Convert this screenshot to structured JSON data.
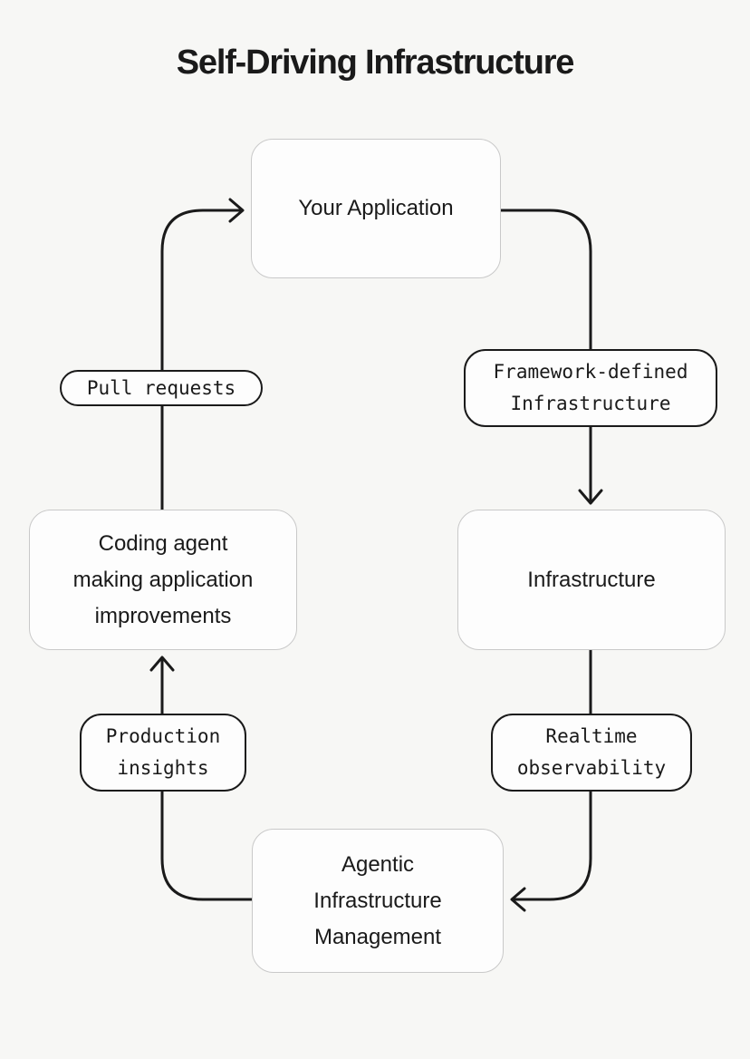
{
  "title": "Self-Driving Infrastructure",
  "nodes": {
    "your_application": {
      "label": "Your Application",
      "lines": [
        "Your Application"
      ]
    },
    "infrastructure": {
      "label": "Infrastructure",
      "lines": [
        "Infrastructure"
      ]
    },
    "coding_agent": {
      "label": "Coding agent making application improvements",
      "lines": [
        "Coding agent",
        "making application",
        "improvements"
      ]
    },
    "agentic_management": {
      "label": "Agentic Infrastructure Management",
      "lines": [
        "Agentic",
        "Infrastructure",
        "Management"
      ]
    }
  },
  "edge_labels": {
    "framework_defined": {
      "label": "Framework-defined Infrastructure",
      "lines": [
        "Framework-defined",
        "Infrastructure"
      ]
    },
    "realtime_observability": {
      "label": "Realtime observability",
      "lines": [
        "Realtime",
        "observability"
      ]
    },
    "production_insights": {
      "label": "Production insights",
      "lines": [
        "Production",
        "insights"
      ]
    },
    "pull_requests": {
      "label": "Pull requests",
      "lines": [
        "Pull requests"
      ]
    }
  },
  "flow": [
    "Your Application -> (Framework-defined Infrastructure) -> Infrastructure",
    "Infrastructure -> (Realtime observability) -> Agentic Infrastructure Management",
    "Agentic Infrastructure Management -> (Production insights) -> Coding agent making application improvements",
    "Coding agent making application improvements -> (Pull requests) -> Your Application"
  ],
  "colors": {
    "background": "#f7f7f5",
    "node_fill": "#fdfdfd",
    "node_border": "#c9c9c9",
    "edge_label_border": "#1a1a1a",
    "connector": "#1a1a1a",
    "text": "#1a1a1a"
  }
}
